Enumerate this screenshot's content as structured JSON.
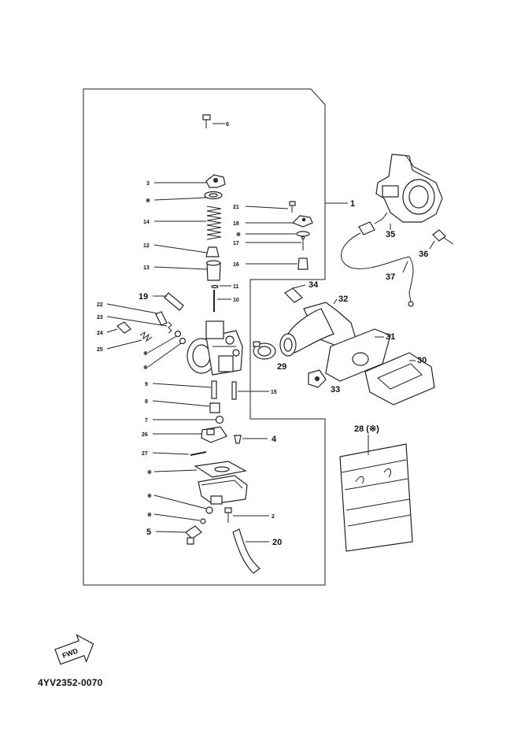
{
  "document": {
    "part_code": "4YV2352-0070",
    "fwd_label": "FWD"
  },
  "callouts": [
    {
      "id": "c6",
      "text": "6"
    },
    {
      "id": "c3",
      "text": "3"
    },
    {
      "id": "cstar1",
      "text": "※"
    },
    {
      "id": "c14",
      "text": "14"
    },
    {
      "id": "c12",
      "text": "12"
    },
    {
      "id": "c13",
      "text": "13"
    },
    {
      "id": "c21",
      "text": "21"
    },
    {
      "id": "c18",
      "text": "18"
    },
    {
      "id": "cstar2",
      "text": "※"
    },
    {
      "id": "c17",
      "text": "17"
    },
    {
      "id": "c16",
      "text": "16"
    },
    {
      "id": "c1",
      "text": "1"
    },
    {
      "id": "c11",
      "text": "11"
    },
    {
      "id": "c10",
      "text": "10"
    },
    {
      "id": "c19",
      "text": "19"
    },
    {
      "id": "c22",
      "text": "22"
    },
    {
      "id": "c23",
      "text": "23"
    },
    {
      "id": "c24",
      "text": "24"
    },
    {
      "id": "c25",
      "text": "25"
    },
    {
      "id": "cstar3",
      "text": "※"
    },
    {
      "id": "cstar4",
      "text": "※"
    },
    {
      "id": "c9",
      "text": "9"
    },
    {
      "id": "c15",
      "text": "15"
    },
    {
      "id": "c8",
      "text": "8"
    },
    {
      "id": "c7",
      "text": "7"
    },
    {
      "id": "c26",
      "text": "26"
    },
    {
      "id": "c4",
      "text": "4"
    },
    {
      "id": "c27",
      "text": "27"
    },
    {
      "id": "cstar5",
      "text": "※"
    },
    {
      "id": "cstar6",
      "text": "※"
    },
    {
      "id": "cstar7",
      "text": "※"
    },
    {
      "id": "c2",
      "text": "2"
    },
    {
      "id": "c5",
      "text": "5"
    },
    {
      "id": "c20",
      "text": "20"
    },
    {
      "id": "c34",
      "text": "34"
    },
    {
      "id": "c32",
      "text": "32"
    },
    {
      "id": "c31",
      "text": "31"
    },
    {
      "id": "c30",
      "text": "30"
    },
    {
      "id": "c29",
      "text": "29"
    },
    {
      "id": "c33",
      "text": "33"
    },
    {
      "id": "c35",
      "text": "35"
    },
    {
      "id": "c36",
      "text": "36"
    },
    {
      "id": "c37",
      "text": "37"
    },
    {
      "id": "c28",
      "text": "28 (※)"
    }
  ]
}
